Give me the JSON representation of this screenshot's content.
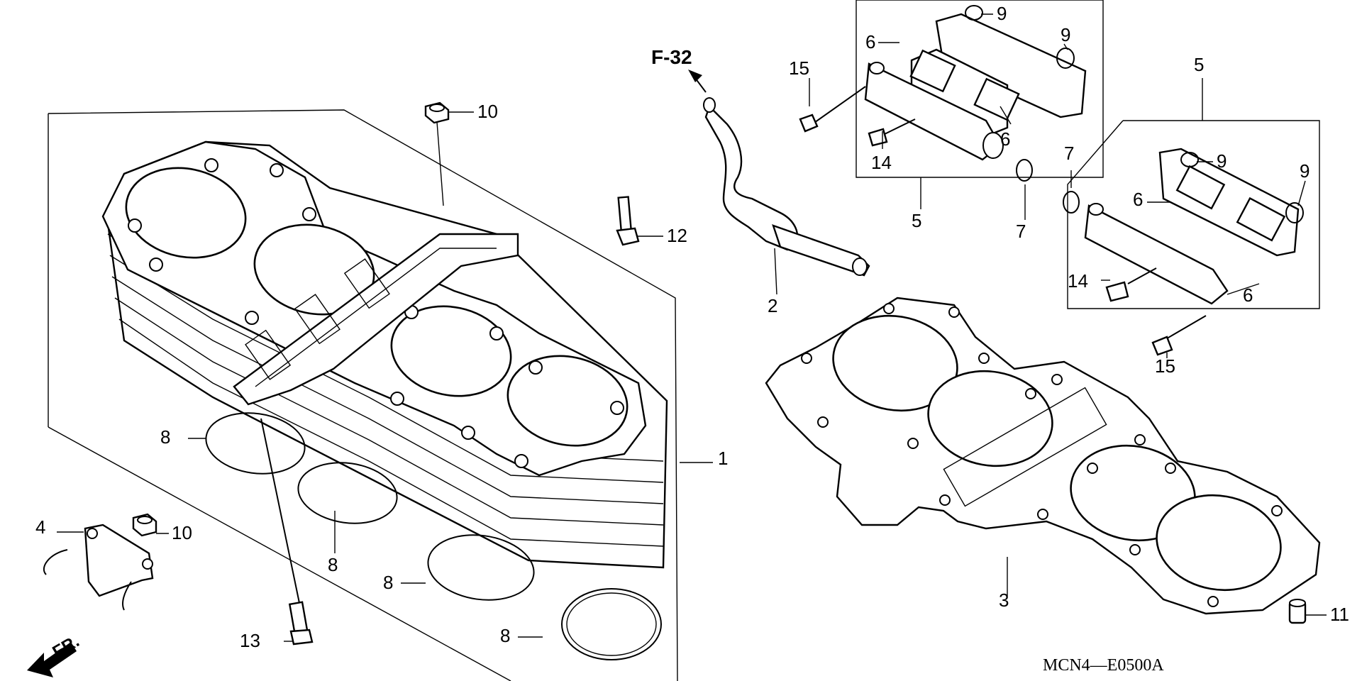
{
  "diagram": {
    "reference_code": "MCN4—E0500A",
    "page_reference": "F-32",
    "front_indicator": "FR.",
    "callouts": {
      "c1": "1",
      "c2": "2",
      "c3": "3",
      "c4": "4",
      "c5a": "5",
      "c5b": "5",
      "c6a": "6",
      "c6b": "6",
      "c6c": "6",
      "c6d": "6",
      "c7a": "7",
      "c7b": "7",
      "c8a": "8",
      "c8b": "8",
      "c8c": "8",
      "c8d": "8",
      "c9a": "9",
      "c9b": "9",
      "c9c": "9",
      "c9d": "9",
      "c10a": "10",
      "c10b": "10",
      "c11": "11",
      "c12": "12",
      "c13": "13",
      "c14a": "14",
      "c14b": "14",
      "c15a": "15",
      "c15b": "15"
    }
  }
}
